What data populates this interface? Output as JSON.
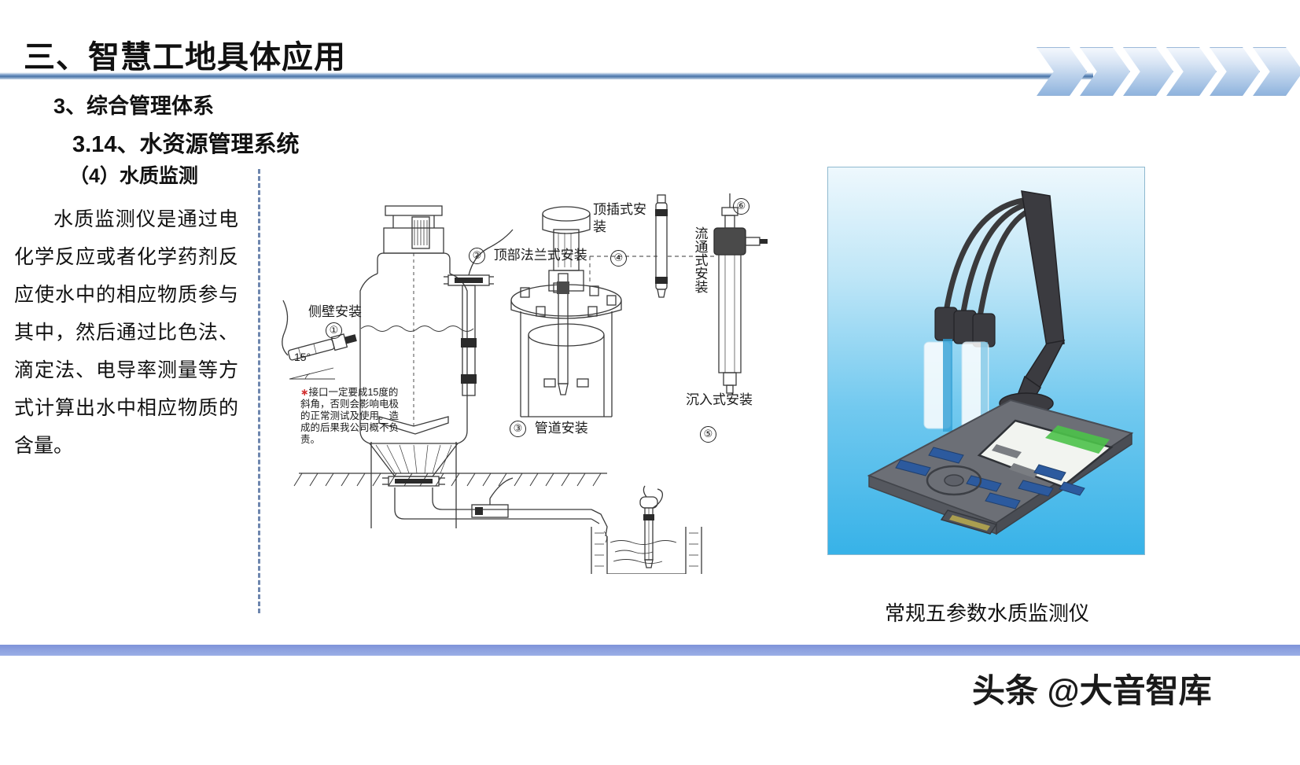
{
  "header": {
    "title": "三、智慧工地具体应用",
    "chevron_count": 6
  },
  "headings": {
    "level1": "3、综合管理体系",
    "level2": "3.14、水资源管理系统",
    "level3": "（4）水质监测"
  },
  "body": {
    "paragraph": "水质监测仪是通过电化学反应或者化学药剂反应使水中的相应物质参与其中，然后通过比色法、滴定法、电导率测量等方式计算出水中相应物质的含量。"
  },
  "diagram": {
    "labels": [
      {
        "num": "①",
        "text": "侧壁安装"
      },
      {
        "num": "②",
        "text": "顶部法兰式安装"
      },
      {
        "num": "③",
        "text": "管道安装"
      },
      {
        "num": "④",
        "text": "顶插式安装"
      },
      {
        "num": "⑤",
        "text": "沉入式安装"
      },
      {
        "num": "⑥",
        "text": "流通式安装"
      }
    ],
    "angle_label": "15°",
    "note": "接口一定要成15度的斜角，否则会影响电极的正常测试及使用。造成的后果我公司概不负责。"
  },
  "photo": {
    "caption": "常规五参数水质监测仪",
    "alt": "benchtop-water-quality-meter"
  },
  "footer": {
    "watermark": "头条 @大音智库"
  },
  "colors": {
    "rule_blue": "#4a75a8",
    "bottom_bar": "#8ea2e0",
    "chevron": "#aac6e6",
    "divider": "#6e86ae",
    "note_star": "#d02a2a"
  }
}
